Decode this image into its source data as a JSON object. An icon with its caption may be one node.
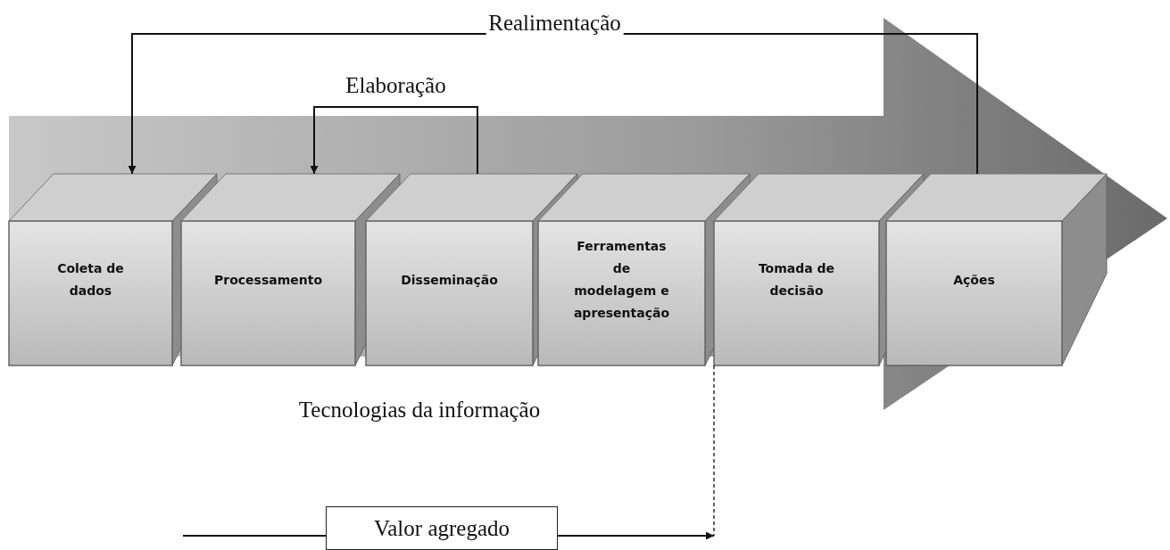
{
  "diagram": {
    "nodes": [
      {
        "text": [
          "Coleta de dados"
        ]
      },
      {
        "text": [
          "Processamento"
        ]
      },
      {
        "text": [
          "Disseminação"
        ]
      },
      {
        "text": [
          "Ferramentas de modelagem e apresentação"
        ]
      },
      {
        "text": [
          "Tomada de decisão"
        ]
      },
      {
        "text": [
          "Ações"
        ]
      },
      {
        "text": [
          "Valor agregado"
        ]
      }
    ],
    "edges": [
      {
        "from": 5,
        "to": 0,
        "arrow": "to",
        "label": "Realimentação"
      },
      {
        "from": 2,
        "to": 1,
        "arrow": "to",
        "label": "Elaboração"
      },
      {
        "from": null,
        "to": 6,
        "arrow": "none"
      },
      {
        "from": 6,
        "to": null,
        "arrow": "to"
      },
      {
        "from": 4,
        "to": null,
        "arrow": "none",
        "style": "dashed"
      }
    ],
    "labels": [
      "Tecnologias da informação"
    ]
  }
}
